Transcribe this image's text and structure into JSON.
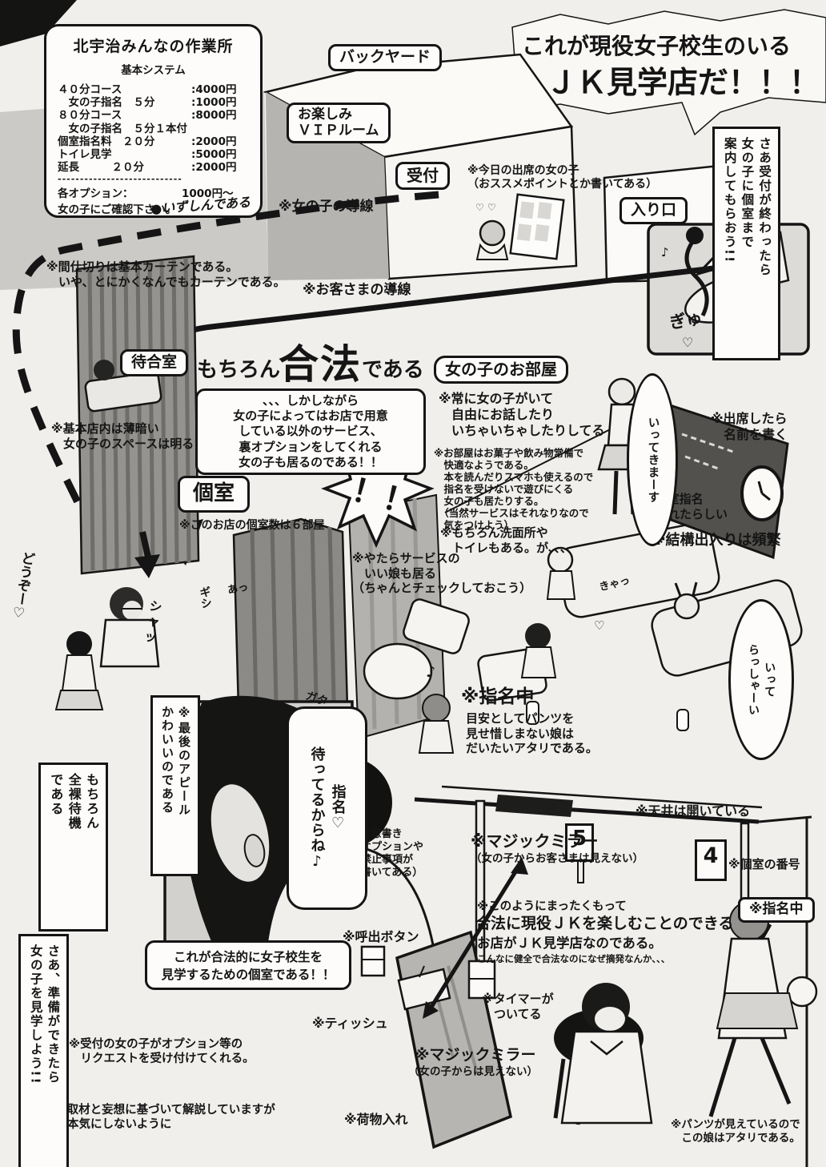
{
  "title": {
    "line1": "これが現役女子校生のいる",
    "line2": "ＪＫ見学店だ！！！"
  },
  "price_board": {
    "title": "北宇治みんなの作業所",
    "subtitle": "基本システム",
    "rows": [
      {
        "item": "４０分コース",
        "price": ":4000円"
      },
      {
        "item": "　女の子指名　５分",
        "price": ":1000円"
      },
      {
        "item": "８０分コース",
        "price": ":8000円"
      },
      {
        "item": "　女の子指名　５分１本付",
        "price": ""
      },
      {
        "item": "個室指名料　２０分",
        "price": ":2000円"
      },
      {
        "item": "トイレ見学",
        "price": ":5000円"
      },
      {
        "item": "延長　　　２０分",
        "price": ":2000円"
      }
    ],
    "divider": "----------------------------",
    "option_label": "各オプション：",
    "option_price": "1000円～",
    "option_note": "女の子にご確認下さい。",
    "signature": "●いずしんである"
  },
  "labels": {
    "backyard": "バックヤード",
    "vip": "お楽しみ\nＶＩＰルーム",
    "reception": "受付",
    "entrance": "入り口",
    "waiting_room": "待合室",
    "private_room": "個室",
    "girls_room": "女の子のお部屋",
    "room5": "5",
    "room4": "4"
  },
  "flows": {
    "girl": "※女の子の導線",
    "customer": "※お客さまの導線"
  },
  "statement": {
    "prefix": "もちろん",
    "big": "合法",
    "suffix": "である",
    "detail": "、、、しかしながら\n女の子によってはお店で用意\nしている以外のサービス、\n裏オプションをしてくれる\n女の子も居るのである！！",
    "room_box": "これが合法的に女子校生を\n見学するための個室である！！"
  },
  "annotations": {
    "today_girls": "※今日の出席の女の子\n（おススメポイントとか書いてある）",
    "partition": "※間仕切りは基本カーテンである。\n　いや、とにかくなんでもカーテンである。",
    "dim_store": "※基本店内は薄暗い\n　女の子のスペースは明るい",
    "room_count": "※このお店の個室数は６部屋",
    "always_girls": "※常に女の子がいて\n　自由にお話したり\n　いちゃいちゃしたりしてる",
    "room_comfort": "※お部屋はお菓子や飲み物常備で\n　快適なようである。\n　本を読んだりスマホも使えるので\n　指名を受けないで遊びにくる\n　女の子も居たりする。\n　（当然サービスはそれなりなので\n　気をつけよう）",
    "washroom": "※もちろん洗面所や\n　トイレもある。が、、、",
    "write_name": "※出席したら\n　名前を書く",
    "nominated": "※個室指名\n　されたらしい",
    "frequent": "※結構出入りは頻繁",
    "good_service": "※やたらサービスの\n　いい娘も居る\n（ちゃんとチェックしておこう）",
    "nominating_title": "※指名中",
    "nominating_body": "目安としてパンツを\n見せ惜しまない娘は\nだいたいアタリである。",
    "ceiling": "※天井は開いている",
    "room_number_label": "※個室の番号",
    "legal1": "※このようにまったくもって",
    "legal2": "合法に現役ＪＫを楽しむことのできる",
    "legal3": "お店がＪＫ見学店なのである。",
    "legal4": "こんなに健全で合法なのになぜ摘発なんか、、、",
    "nominating_badge": "※指名中",
    "timer": "※タイマーが\n　ついてる",
    "caution_sign": "※注意書き\n（オプションや\n　禁止事項が\n　書いてある）",
    "call_button": "※呼出ボタン",
    "tissue": "※ティッシュ",
    "luggage": "※荷物入れ",
    "reception_request": "※受付の女の子がオプション等の\n　リクエストを受け付けてくれる。",
    "disclaimer": "※綿密な取材と妄想に基づいて解説していますが\n　あまり本気にしないように",
    "pantsu": "※パンツが見えているので\n　この娘はアタリである。"
  },
  "magic_mirror1": {
    "title": "※マジックミラー",
    "sub": "（女の子からお客さまは見えない）"
  },
  "magic_mirror2": {
    "title": "※マジックミラー",
    "sub": "（女の子からは見えない）"
  },
  "vertical_notes": {
    "guide": "さあ受付が終わったら\n女の子に個室まで\n案内してもらおう!!",
    "last_appeal": "※最後のアピール\nかわいいのである",
    "naked_standby": "もちろん\n全裸待機\nである",
    "lets_watch": "さあ、準備ができたら\n女の子を見学しよう!!"
  },
  "bubbles": {
    "ittekimasu": "いってきまーす",
    "itterasshai": "いって\nらっしゃーい",
    "nomination_wait": "指名♡\n待ってるからね♪"
  },
  "sfx": {
    "douzo": "どうぞー♡",
    "sha": "シャッ",
    "gishi": "ギシ",
    "a": "あっ",
    "kya": "きゃっ",
    "gata": "ガタ",
    "gata2": "ガタ",
    "gyu": "ぎゅ",
    "heart": "♡",
    "hearts": "♡ ♡",
    "note": "♪",
    "note2": "♪",
    "bang": "！！"
  }
}
